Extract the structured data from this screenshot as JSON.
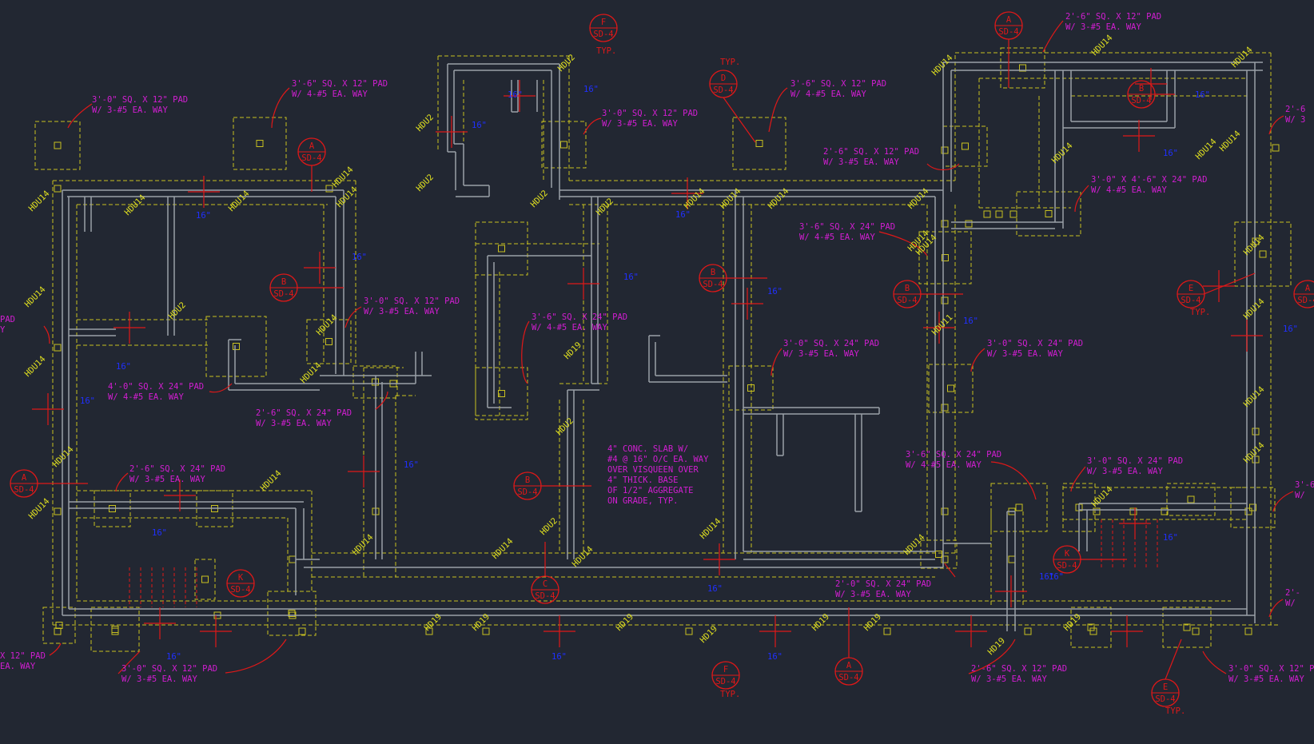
{
  "colors": {
    "background": "#222732",
    "wall": "#9aa0a8",
    "footing": "#c8c020",
    "note": "#d21ed2",
    "section": "#e01818",
    "holdown": "#e0e020",
    "dimension": "#2030ff"
  },
  "typ_label": "TYP.",
  "slab_note": [
    "4\" CONC. SLAB W/",
    "#4 @ 16\" O/C EA. WAY",
    "OVER VISQUEEN OVER",
    "4\" THICK. BASE",
    "OF 1/2\" AGGREGATE",
    "ON GRADE, TYP."
  ],
  "pad_notes": [
    {
      "l1": "3'-0\" SQ. X 12\" PAD",
      "l2": "W/ 3-#5 EA. WAY"
    },
    {
      "l1": "3'-6\" SQ. X 12\" PAD",
      "l2": "W/ 4-#5 EA. WAY"
    },
    {
      "l1": "3'-0\" SQ. X 12\" PAD",
      "l2": "W/ 3-#5 EA. WAY"
    },
    {
      "l1": "3'-6\" SQ. X 12\" PAD",
      "l2": "W/ 4-#5 EA. WAY"
    },
    {
      "l1": "2'-6\" SQ. X 12\" PAD",
      "l2": "W/ 3-#5 EA. WAY"
    },
    {
      "l1": "2'-6\" SQ. X 12\" PAD",
      "l2": "W/ 3-#5 EA. WAY"
    },
    {
      "l1": "3'-0\" X 4'-6\" X 24\" PAD",
      "l2": "W/ 4-#5 EA. WAY"
    },
    {
      "l1": "3'-6\" SQ. X 24\" PAD",
      "l2": "W/ 4-#5 EA. WAY"
    },
    {
      "l1": "3'-0\" SQ. X 12\" PAD",
      "l2": "W/ 3-#5 EA. WAY"
    },
    {
      "l1": "3'-6\" SQ. X 24\" PAD",
      "l2": "W/ 4-#5 EA. WAY"
    },
    {
      "l1": "4'-0\" SQ. X 24\" PAD",
      "l2": "W/ 4-#5 EA. WAY"
    },
    {
      "l1": "2'-6\" SQ. X 24\" PAD",
      "l2": "W/ 3-#5 EA. WAY"
    },
    {
      "l1": "3'-0\" SQ. X 24\" PAD",
      "l2": "W/ 3-#5 EA. WAY"
    },
    {
      "l1": "3'-0\" SQ. X 24\" PAD",
      "l2": "W/ 3-#5 EA. WAY"
    },
    {
      "l1": "3'-6\" SQ. X 24\" PAD",
      "l2": "W/ 4-#5 EA. WAY"
    },
    {
      "l1": "3'-0\" SQ. X 24\" PAD",
      "l2": "W/ 3-#5 EA. WAY"
    },
    {
      "l1": "2'-6\" SQ. X 24\" PAD",
      "l2": "W/ 3-#5 EA. WAY"
    },
    {
      "l1": "2'-0\" SQ. X 24\" PAD",
      "l2": "W/ 3-#5 EA. WAY"
    },
    {
      "l1": "3'-0\" SQ. X 12\" PAD",
      "l2": "W/ 3-#5 EA. WAY"
    },
    {
      "l1": "2'-6\" SQ. X 12\" PAD",
      "l2": "W/ 3-#5 EA. WAY"
    },
    {
      "l1": "3'-0\" SQ. X 12\" PAD",
      "l2": "W/ 3-#5 EA. WAY"
    },
    {
      "l1": "X 12\" PAD",
      "l2": "EA. WAY"
    },
    {
      "l1": "PAD",
      "l2": "Y"
    },
    {
      "l1": "2'-6",
      "l2": "W/ 3"
    },
    {
      "l1": "3'-6",
      "l2": "W/"
    },
    {
      "l1": "2'-",
      "l2": "W/"
    }
  ],
  "section_markers": [
    {
      "letter": "F",
      "ref": "SD-4"
    },
    {
      "letter": "D",
      "ref": "SD-4"
    },
    {
      "letter": "A",
      "ref": "SD-4"
    },
    {
      "letter": "B",
      "ref": "SD-4"
    },
    {
      "letter": "A",
      "ref": "SD-4"
    },
    {
      "letter": "B",
      "ref": "SD-4"
    },
    {
      "letter": "B",
      "ref": "SD-4"
    },
    {
      "letter": "B",
      "ref": "SD-4"
    },
    {
      "letter": "E",
      "ref": "SD-4"
    },
    {
      "letter": "A",
      "ref": "SD-4"
    },
    {
      "letter": "B",
      "ref": "SD-4"
    },
    {
      "letter": "C",
      "ref": "SD-4"
    },
    {
      "letter": "K",
      "ref": "SD-4"
    },
    {
      "letter": "K",
      "ref": "SD-4"
    },
    {
      "letter": "F",
      "ref": "SD-4"
    },
    {
      "letter": "A",
      "ref": "SD-4"
    },
    {
      "letter": "E",
      "ref": "SD-4"
    },
    {
      "letter": "A",
      "ref": "SD-4"
    }
  ],
  "holdowns": [
    "HDU14",
    "HDU14",
    "HDU14",
    "HDU14",
    "HDU14",
    "HDU14",
    "HDU14",
    "HDU14",
    "HDU14",
    "HDU14",
    "HDU14",
    "HDU14",
    "HDU14",
    "HDU14",
    "HDU14",
    "HDU14",
    "HDU14",
    "HDU14",
    "HDU14",
    "HDU14",
    "HDU14",
    "HDU14",
    "HDU14",
    "HDU14",
    "HDU14",
    "HDU14",
    "HDU14",
    "HDU14",
    "HDU14",
    "HDU14",
    "HDU14",
    "HDU14",
    "HDU14",
    "HDU14",
    "HDU11",
    "HDU2",
    "HDU2",
    "HDU2",
    "HDU2",
    "HDU2",
    "HDU2",
    "HDU2",
    "HDU2",
    "HD19",
    "HD19",
    "HD19",
    "HD19",
    "HD19",
    "HD19",
    "HD19",
    "HD19",
    "HD19"
  ],
  "dims": [
    "16\"",
    "16\"",
    "16\"",
    "16\"",
    "16\"",
    "16\"",
    "16\"",
    "16\"",
    "16\"",
    "16\"",
    "16\"",
    "16\"",
    "16\"",
    "16\"",
    "16\"",
    "16\"",
    "16\"",
    "16\"",
    "16\"",
    "16\"",
    "16\"",
    "16\"",
    "16\""
  ]
}
